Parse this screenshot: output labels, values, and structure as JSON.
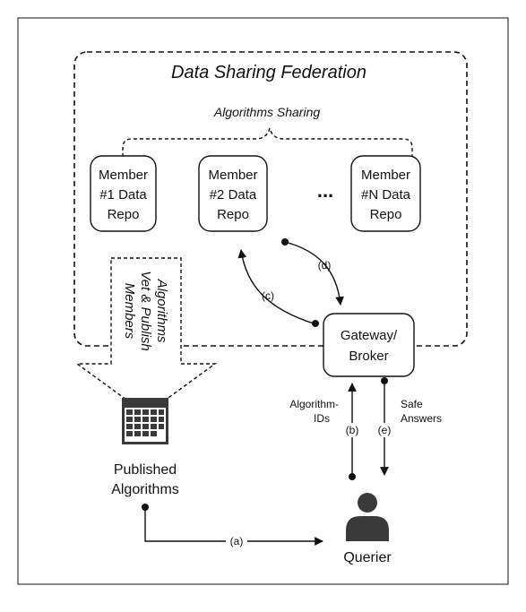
{
  "federation": {
    "title": "Data Sharing Federation",
    "sharing_label": "Algorithms Sharing"
  },
  "repos": [
    {
      "lines": [
        "Member",
        "#1 Data",
        "Repo"
      ]
    },
    {
      "lines": [
        "Member",
        "#2 Data",
        "Repo"
      ]
    },
    {
      "lines": [
        "Member",
        "#N Data",
        "Repo"
      ]
    }
  ],
  "ellipsis": "...",
  "gateway": {
    "lines": [
      "Gateway/",
      "Broker"
    ]
  },
  "vet_arrow": {
    "lines": [
      "Members",
      "Vet & Publish",
      "Algorithms"
    ]
  },
  "published": {
    "lines": [
      "Published",
      "Algorithms"
    ]
  },
  "querier": {
    "label": "Querier"
  },
  "steps": {
    "a": "(a)",
    "b": "(b)",
    "c": "(c)",
    "d": "(d)",
    "e": "(e)"
  },
  "flows": {
    "algorithm_ids": [
      "Algorithm-",
      "IDs"
    ],
    "safe_answers": [
      "Safe",
      "Answers"
    ]
  },
  "colors": {
    "stroke": "#111111",
    "icon": "#3a3a3a"
  },
  "icons": {
    "calendar": "calendar-icon",
    "querier": "person-icon"
  }
}
